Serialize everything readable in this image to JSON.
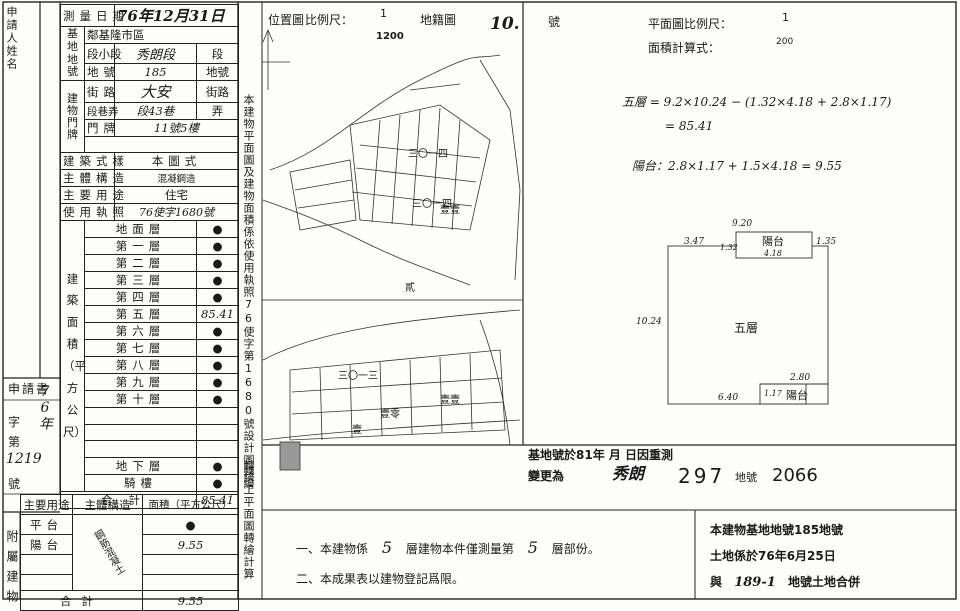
{
  "form": {
    "applicant_label": "申請人姓名",
    "survey_date_label": "測量日期",
    "survey_date_value": "76年12月31日",
    "base_label": "基地地號",
    "district_row": "基隆市區",
    "district_prefix": "鄰",
    "district_value": "",
    "section_row": "段小段",
    "section_value": "秀朗段",
    "section_suffix": "段",
    "lot_row": "地號",
    "lot_value": "185",
    "lot_suffix": "地號",
    "door_group_label": "建物門牌",
    "street_row": "街路",
    "street_value": "大安",
    "street_suffix": "街路",
    "lane_row": "段巷弄",
    "lane_value": "段43巷",
    "lane_suffix": "弄",
    "number_row": "門牌",
    "number_value": "11號5樓",
    "building_style_label": "建築式樣",
    "building_style_value": "本圖式",
    "structure_label": "主體構造",
    "structure_value": "混凝鋼造",
    "usage_label": "主要用途",
    "usage_value": "住宅",
    "permit_label": "使用執照",
    "permit_value": "76使字1680號",
    "area_group_label": "建築面積（平方公尺）",
    "floors": [
      {
        "label": "地面層",
        "value": "●"
      },
      {
        "label": "第一層",
        "value": "●"
      },
      {
        "label": "第二層",
        "value": "●"
      },
      {
        "label": "第三層",
        "value": "●"
      },
      {
        "label": "第四層",
        "value": "●"
      },
      {
        "label": "第五層",
        "value": "85.41"
      },
      {
        "label": "第六層",
        "value": "●"
      },
      {
        "label": "第七層",
        "value": "●"
      },
      {
        "label": "第八層",
        "value": "●"
      },
      {
        "label": "第九層",
        "value": "●"
      },
      {
        "label": "第十層",
        "value": "●"
      },
      {
        "label": "",
        "value": ""
      },
      {
        "label": "",
        "value": ""
      },
      {
        "label": "",
        "value": ""
      },
      {
        "label": "地下層",
        "value": "●"
      },
      {
        "label": "騎樓",
        "value": "●"
      }
    ],
    "total_label": "合計",
    "total_value": "85.41",
    "application_label": "申請書",
    "word_label": "字第",
    "number_label": "號",
    "app_year": "76年",
    "app_number": "1219",
    "annex_label": "附屬建物",
    "annex_headers": [
      "主要用途",
      "主體構造",
      "面積（平方公尺）"
    ],
    "annex_rows": [
      {
        "use": "平台",
        "value": "●"
      },
      {
        "use": "陽台",
        "value": "9.55"
      },
      {
        "use": "",
        "value": ""
      },
      {
        "use": "",
        "value": ""
      }
    ],
    "annex_structure": "鋼筋混凝土",
    "annex_total_label": "合計",
    "annex_total_value": "9.55"
  },
  "plan": {
    "location_label": "位置圖",
    "scale_label": "比例尺：",
    "scale_value": "1",
    "scale_denom": "1200",
    "cadastral_label": "地籍圖",
    "sheet_no": "10.",
    "sheet_suffix": "號",
    "plan_scale_label": "平面圖比例尺：",
    "plan_scale_value": "1",
    "plan_scale_denom": "200",
    "area_formula_label": "面積計算式：",
    "vertical_note": "本建物平面圖及建物面積係依使用執照76使字第1680號設計圖轉繪",
    "calc_line1": "五層 = 9.2×10.24 − (1.32×4.18 + 2.8×1.17)",
    "calc_line2": "= 85.41",
    "calc_line3": "陽台：2.8×1.17 + 1.5×4.18 = 9.55",
    "plan_dims": {
      "top": "9.20",
      "top_left": "3.47",
      "top_mid": "1.32",
      "top_right": "1.35",
      "balcony_label": "陽台",
      "balcony_sub": "4.18",
      "left": "10.24",
      "main_label": "五層",
      "bottom_a": "2.80",
      "bottom_left": "6.40",
      "bottom_mid": "1.17",
      "bottom_balcony": "陽台"
    },
    "map_labels": [
      "三〇一四",
      "三〇一四",
      "壹壹",
      "三〇一三",
      "壹零",
      "貳",
      "壹",
      "壹壹"
    ],
    "cadastral_note1": "基地號於81年 月 日因重測",
    "cadastral_note2": "變更為",
    "new_section": "秀朗",
    "new_lot": "297",
    "lot_word": "地號",
    "new_lot2": "2066",
    "side_vertical": "轉繪工平面圖轉繪計算",
    "note1_prefix": "一、本建物係",
    "note1_floor": "5",
    "note1_mid": "層建物本件僅測量第",
    "note1_floor2": "5",
    "note1_suffix": "層部份。",
    "note2": "二、本成果表以建物登記爲限。",
    "right_note1": "本建物基地地號185地號",
    "right_note2": "土地係於76年6月25日",
    "right_note3_prefix": "與",
    "right_note3_value": "189-1",
    "right_note3_suffix": "地號土地合併"
  }
}
